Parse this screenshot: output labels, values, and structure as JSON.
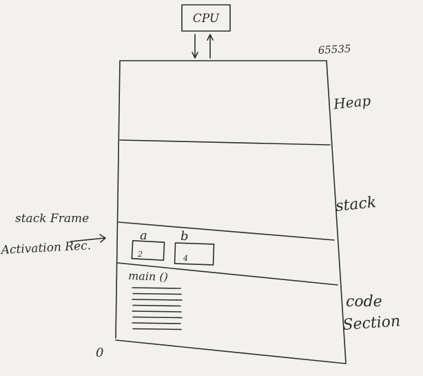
{
  "diagram": {
    "cpu_label": "CPU",
    "top_address": "65535",
    "bottom_address": "0",
    "sections": {
      "heap": "Heap",
      "stack": "stack",
      "code": "code",
      "code_line2": "Section"
    },
    "labels": {
      "stack_frame": "stack Frame",
      "activation_record": "Activation Rec."
    },
    "variables": [
      {
        "name": "a",
        "value": "2"
      },
      {
        "name": "b",
        "value": "4"
      }
    ],
    "function_label": "main ()",
    "code_line_count": 8
  }
}
